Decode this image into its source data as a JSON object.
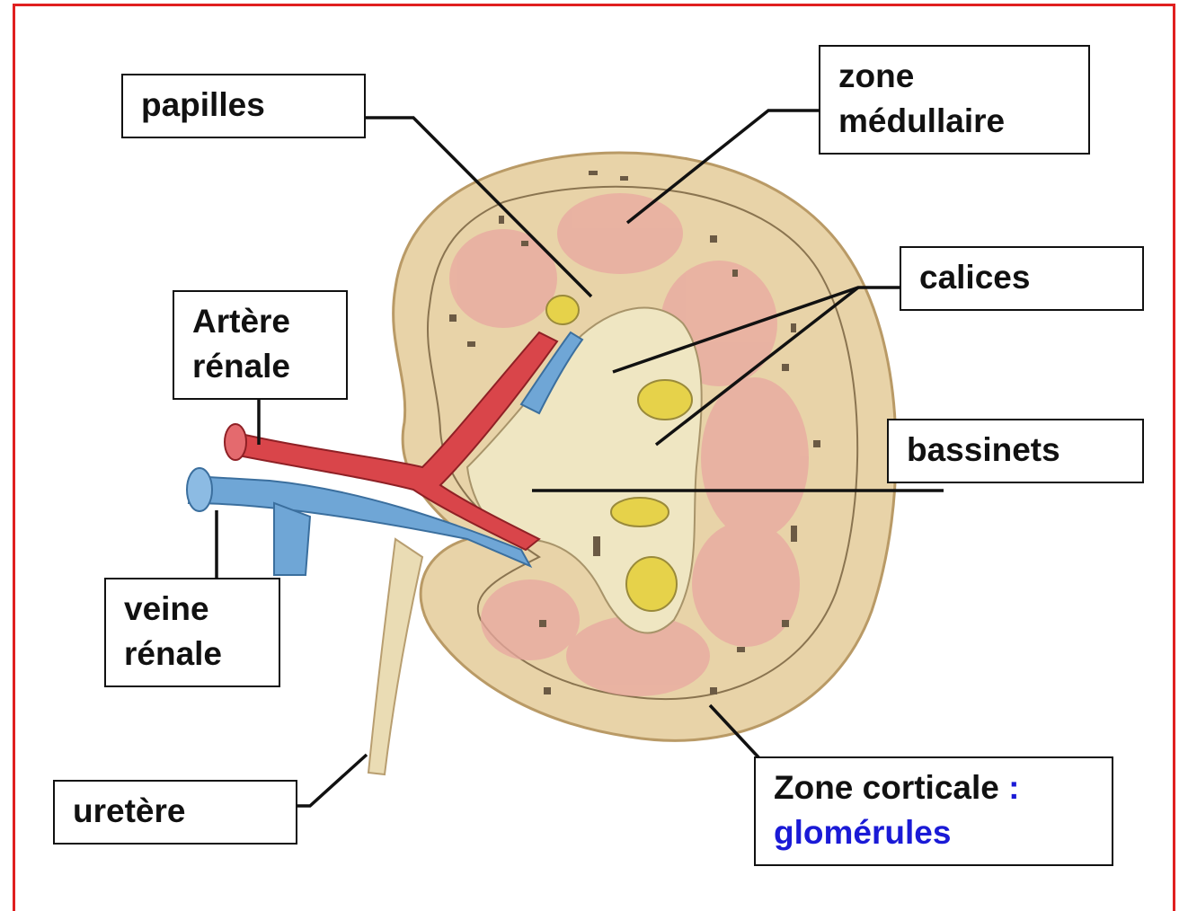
{
  "labels": {
    "papilles": "papilles",
    "zone_medullaire_line1": "zone",
    "zone_medullaire_line2": "médullaire",
    "calices": "calices",
    "artere_line1": "Artère",
    "artere_line2": "rénale",
    "bassinets": "bassinets",
    "veine_line1": "veine",
    "veine_line2": "rénale",
    "uretere": "uretère",
    "zone_corticale_line1": "Zone corticale",
    "zone_corticale_colon": " :",
    "zone_corticale_line2": "glomérules"
  },
  "colors": {
    "frame": "#e02020",
    "cortex": "#e8d3a8",
    "medulla": "#e9a8a0",
    "artery": "#d9454a",
    "vein": "#6fa6d6",
    "pelvis": "#efe6c2",
    "calyx_fill": "#e6d24a",
    "highlight_text": "#1a1ad6"
  }
}
